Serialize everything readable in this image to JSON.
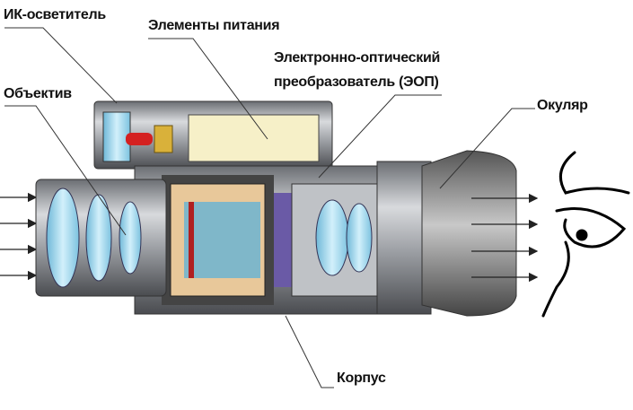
{
  "labels": {
    "ir_illuminator": "ИК-осветитель",
    "batteries": "Элементы питания",
    "converter_line1": "Электронно-оптический",
    "converter_line2": "преобразователь (ЭОП)",
    "objective": "Объектив",
    "eyepiece": "Окуляр",
    "housing": "Корпус"
  },
  "colors": {
    "metal": "#8c8f94",
    "dark_metal": "#3d3f44",
    "lens": "#9fd3ea",
    "battery": "#f6f0c8",
    "converter_plate": "#e8c89a",
    "led": "#d42020"
  }
}
